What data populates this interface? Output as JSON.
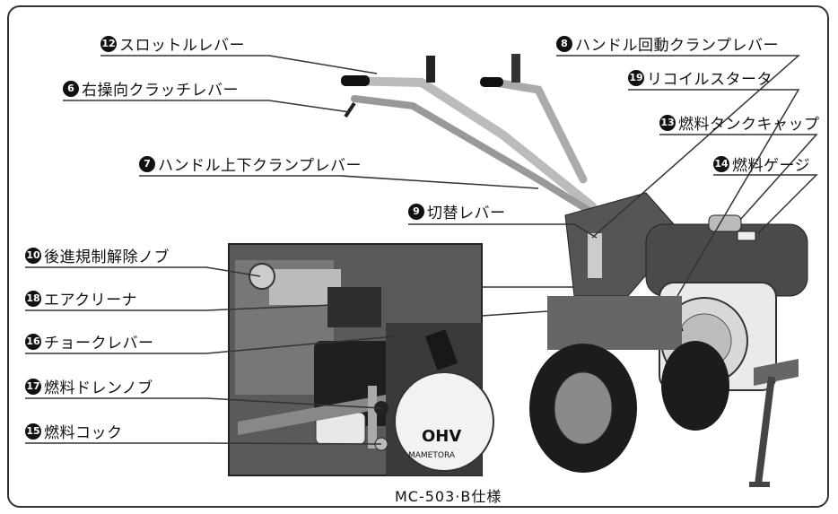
{
  "labels": [
    {
      "num": "12",
      "text": "スロットルレバー"
    },
    {
      "num": "6",
      "text": "右操向クラッチレバー"
    },
    {
      "num": "7",
      "text": "ハンドル上下クランプレバー"
    },
    {
      "num": "9",
      "text": "切替レバー"
    },
    {
      "num": "10",
      "text": "後進規制解除ノブ"
    },
    {
      "num": "18",
      "text": "エアクリーナ"
    },
    {
      "num": "16",
      "text": "チョークレバー"
    },
    {
      "num": "17",
      "text": "燃料ドレンノブ"
    },
    {
      "num": "15",
      "text": "燃料コック"
    },
    {
      "num": "8",
      "text": "ハンドル回動クランプレバー"
    },
    {
      "num": "19",
      "text": "リコイルスタータ"
    },
    {
      "num": "13",
      "text": "燃料タンクキャップ"
    },
    {
      "num": "14",
      "text": "燃料ゲージ"
    }
  ],
  "caption": "MC-503·B仕様",
  "engine_badge": "OHV",
  "engine_brand": "MAMETORA"
}
